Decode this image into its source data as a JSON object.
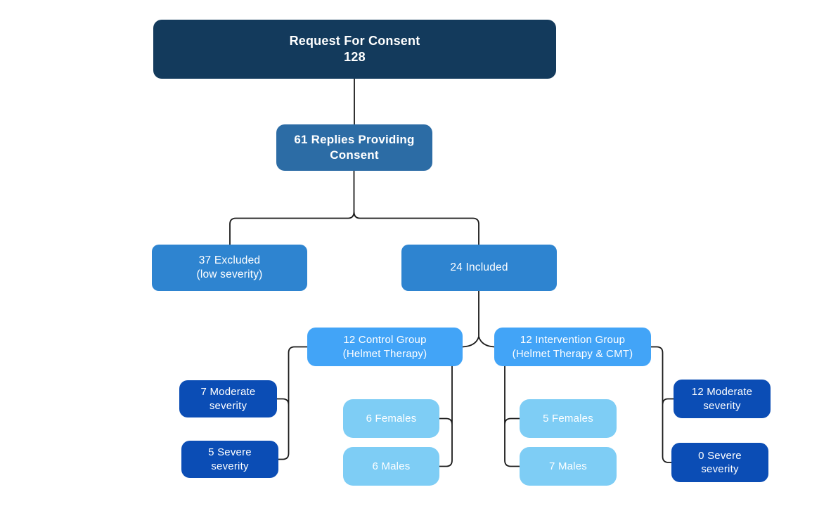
{
  "diagram": {
    "title_context": "study enrollment flowchart",
    "background_color": "#ffffff",
    "line_color": "#1a1a1a",
    "colors": {
      "navy": "#133a5c",
      "medium_blue": "#2c6ca5",
      "blue": "#2e84d0",
      "bright_blue": "#42a4f7",
      "pale_blue": "#7ecdf5",
      "royal_blue": "#0b4db5",
      "text": "#ffffff"
    },
    "nodes": {
      "request": {
        "lines": [
          "Request For Consent",
          "128"
        ],
        "color": "#133a5c"
      },
      "replies": {
        "lines": [
          "61 Replies Providing",
          "Consent"
        ],
        "color": "#2c6ca5"
      },
      "excluded": {
        "lines": [
          "37 Excluded",
          "(low severity)"
        ],
        "color": "#2e84d0"
      },
      "included": {
        "lines": [
          "24 Included"
        ],
        "color": "#2e84d0"
      },
      "control": {
        "lines": [
          "12 Control Group",
          "(Helmet Therapy)"
        ],
        "color": "#42a4f7"
      },
      "intervention": {
        "lines": [
          "12 Intervention Group",
          "(Helmet Therapy & CMT)"
        ],
        "color": "#42a4f7"
      },
      "control_moderate": {
        "lines": [
          "7 Moderate",
          "severity"
        ],
        "color": "#0b4db5"
      },
      "control_severe": {
        "lines": [
          "5 Severe",
          "severity"
        ],
        "color": "#0b4db5"
      },
      "control_females": {
        "lines": [
          "6 Females"
        ],
        "color": "#7ecdf5"
      },
      "control_males": {
        "lines": [
          "6 Males"
        ],
        "color": "#7ecdf5"
      },
      "intervention_females": {
        "lines": [
          "5 Females"
        ],
        "color": "#7ecdf5"
      },
      "intervention_males": {
        "lines": [
          "7 Males"
        ],
        "color": "#7ecdf5"
      },
      "intervention_moderate": {
        "lines": [
          "12 Moderate",
          "severity"
        ],
        "color": "#0b4db5"
      },
      "intervention_severe": {
        "lines": [
          "0 Severe",
          "severity"
        ],
        "color": "#0b4db5"
      }
    }
  }
}
